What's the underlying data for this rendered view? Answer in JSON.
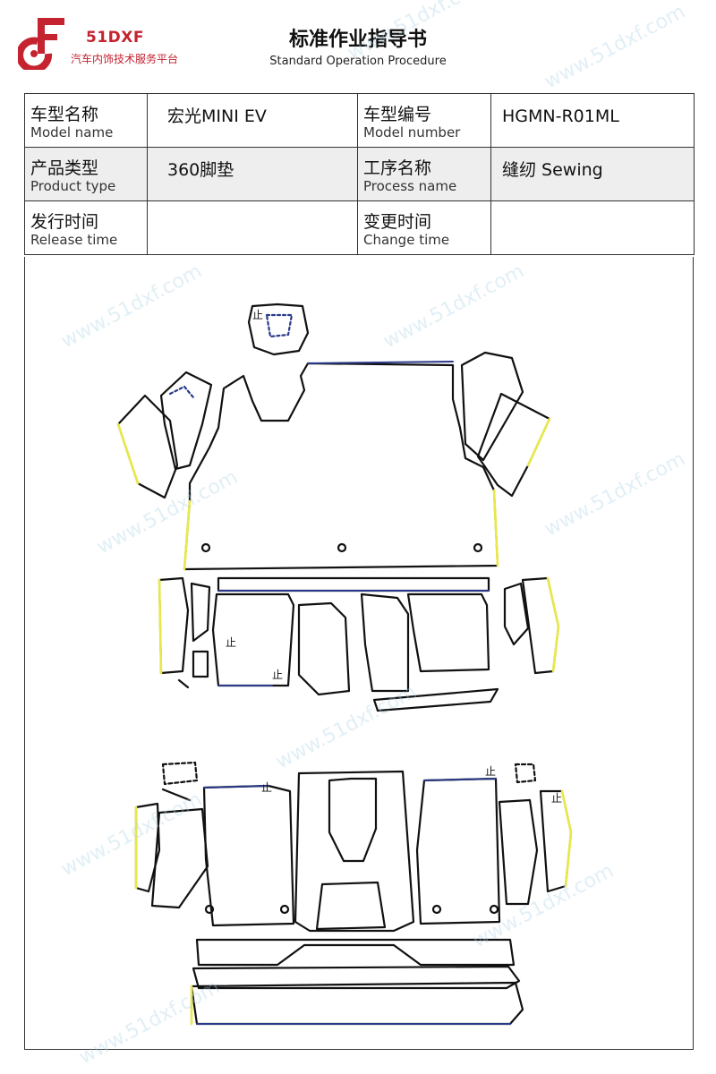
{
  "header": {
    "brand": "51DXF",
    "tagline": "汽车内饰技术服务平台",
    "title_cn": "标准作业指导书",
    "title_en": "Standard Operation Procedure"
  },
  "info": {
    "model_name": {
      "cn": "车型名称",
      "en": "Model name",
      "value": "宏光MINI EV"
    },
    "model_number": {
      "cn": "车型编号",
      "en": "Model number",
      "value": "HGMN-R01ML"
    },
    "product_type": {
      "cn": "产品类型",
      "en": "Product type",
      "value": "360脚垫"
    },
    "process_name": {
      "cn": "工序名称",
      "en": "Process name",
      "value": "缝纫 Sewing"
    },
    "release_time": {
      "cn": "发行时间",
      "en": "Release time",
      "value": ""
    },
    "change_time": {
      "cn": "变更时间",
      "en": "Change time",
      "value": ""
    }
  },
  "diagram": {
    "up_mark": "止",
    "watermark": "www.51dxf.com"
  },
  "colors": {
    "brand_red": "#c4232f",
    "outline": "#111111",
    "seam_yellow": "#e8e84a",
    "seam_blue": "#2a3a8a"
  }
}
